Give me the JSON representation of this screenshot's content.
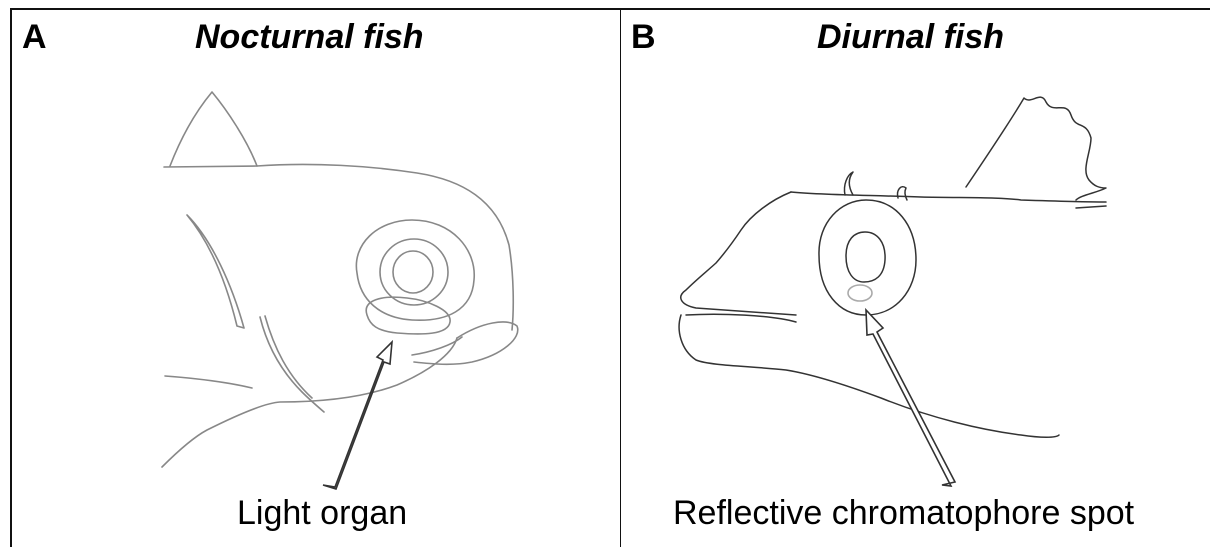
{
  "panels": [
    {
      "letter": "A",
      "title": "Nocturnal fish",
      "caption": "Light organ"
    },
    {
      "letter": "B",
      "title": "Diurnal fish",
      "caption": "Reflective chromatophore spot"
    }
  ]
}
